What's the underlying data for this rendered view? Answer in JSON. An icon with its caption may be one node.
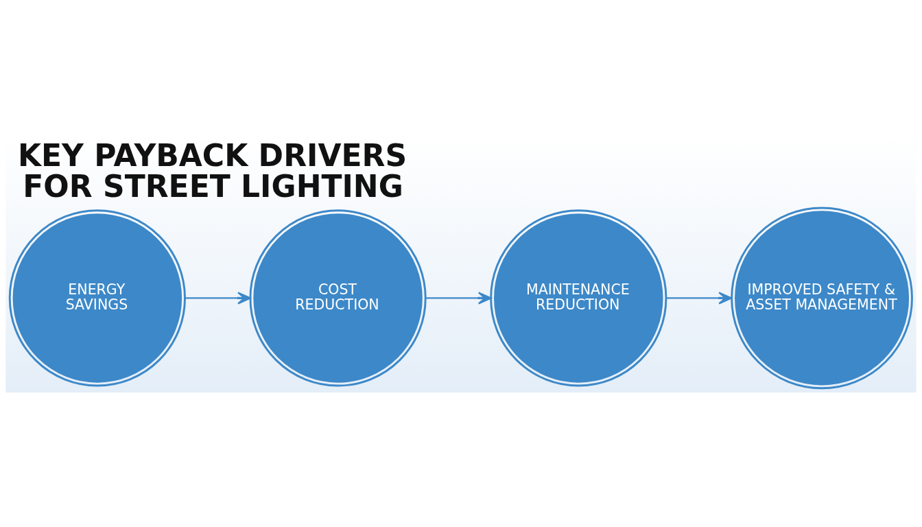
{
  "diagram": {
    "title": "KEY PAYBACK DRIVERS FOR STREET LIGHTING",
    "nodes": [
      {
        "text": [
          "ENERGY SAVINGS"
        ]
      },
      {
        "text": [
          "COST REDUCTION"
        ]
      },
      {
        "text": [
          "MAINTENANCE REDUCTION"
        ]
      },
      {
        "text": [
          "IMPROVED SAFETY & ASSET MANAGEMENT"
        ]
      }
    ],
    "edges": [
      {
        "from": 0,
        "to": 1,
        "arrow": "to"
      },
      {
        "from": 1,
        "to": 2,
        "arrow": "to"
      },
      {
        "from": 2,
        "to": 3,
        "arrow": "to"
      }
    ]
  }
}
